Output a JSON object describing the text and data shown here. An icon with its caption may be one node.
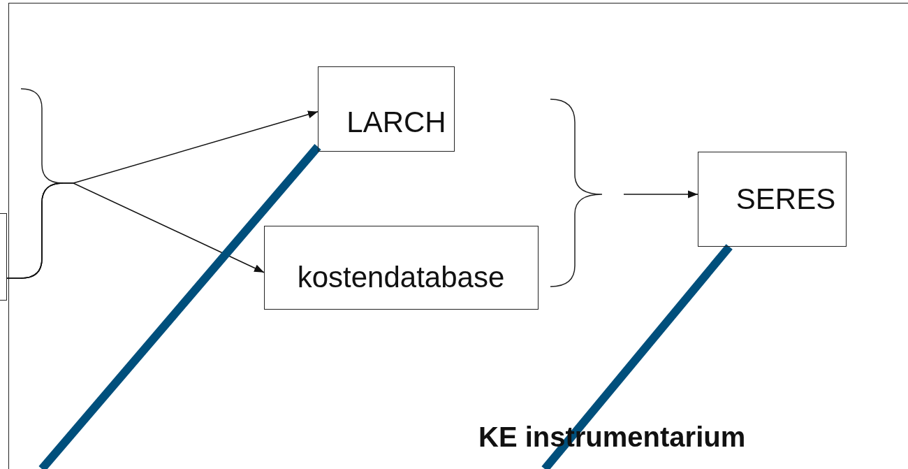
{
  "diagram": {
    "nodes": [
      {
        "text": [
          "KE instrumentarium"
        ]
      },
      {
        "text": [
          "LARCH"
        ],
        "in": 0
      },
      {
        "text": [
          "kostendatabase"
        ],
        "in": 0
      },
      {
        "text": [
          "SERES"
        ],
        "in": 0
      },
      {
        "text": [],
        "shape": "box"
      }
    ],
    "edges": [
      {
        "from": 4,
        "to": 1,
        "arrow": "to"
      },
      {
        "from": 4,
        "to": 2,
        "arrow": "to"
      },
      {
        "from": null,
        "to": 3,
        "arrow": "to"
      },
      {
        "from": 1,
        "to": null,
        "arrow": "none",
        "style": "thick",
        "color": "#004f7c"
      },
      {
        "from": 3,
        "to": null,
        "arrow": "none",
        "style": "thick",
        "color": "#004f7c"
      }
    ]
  }
}
